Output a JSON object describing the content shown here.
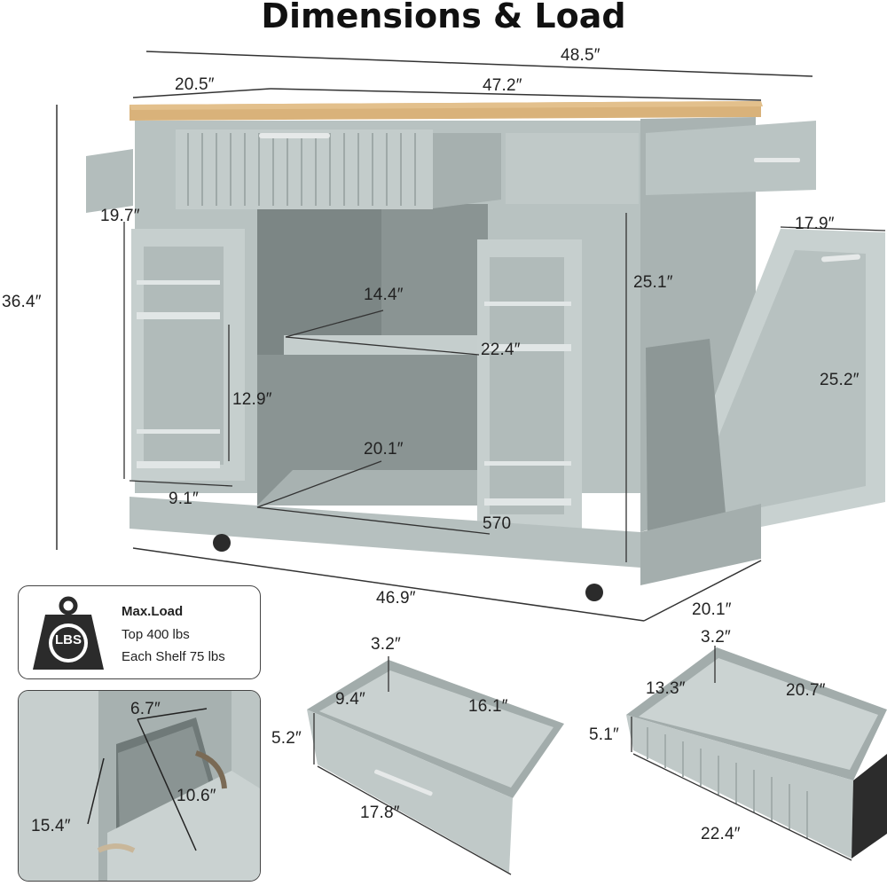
{
  "title": "Dimensions & Load",
  "dims": {
    "total_width": "48.5″",
    "top_depth": "20.5″",
    "top_width": "47.2″",
    "height": "36.4″",
    "side_drawer_depth": "19.7″",
    "bin_door_width": "17.9″",
    "bin_door_height": "25.2″",
    "cabinet_height": "25.1″",
    "shelf_depth": "14.4″",
    "shelf_width": "22.4″",
    "rack_height": "12.9″",
    "floor_depth": "20.1″",
    "rack_width": "9.1″",
    "floor_width": "570",
    "base_width": "46.9″",
    "base_depth": "20.1″"
  },
  "load": {
    "heading": "Max.Load",
    "line1": "Top 400 lbs",
    "line2": "Each Shelf 75 lbs",
    "badge": "LBS"
  },
  "bin": {
    "top": "6.7″",
    "side": "10.6″",
    "height": "15.4″"
  },
  "drawer_small": {
    "height_top": "3.2″",
    "inner_depth": "9.4″",
    "inner_width": "16.1″",
    "side_height": "5.2″",
    "front_width": "17.8″"
  },
  "drawer_large": {
    "height_top": "3.2″",
    "inner_depth": "13.3″",
    "inner_width": "20.7″",
    "side_height": "5.1″",
    "front_width": "22.4″"
  }
}
